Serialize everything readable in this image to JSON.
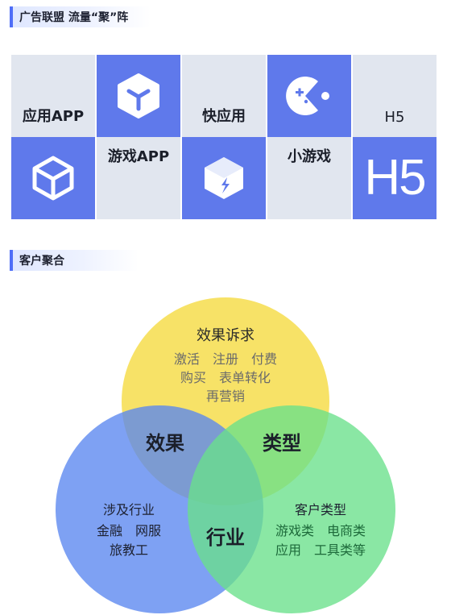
{
  "header1": {
    "title": "广告联盟 流量“聚”阵"
  },
  "traffic_grid": {
    "labels": [
      "应用APP",
      "游戏APP",
      "快应用",
      "小游戏",
      "H5"
    ],
    "h5_glyph": "H5"
  },
  "icons": {
    "app": "cube-icon",
    "game": "pacman-icon",
    "quickapp": "lightning-box-icon",
    "minigame": "pacman-icon",
    "h5": "h5-icon"
  },
  "header2": {
    "title": "客户聚合"
  },
  "venn": {
    "top": {
      "title": "效果诉求",
      "lines": [
        "激活　注册　付费",
        "购买　表单转化",
        "再营销"
      ]
    },
    "left": {
      "title": "涉及行业",
      "lines": [
        "金融　网服",
        "旅教工"
      ]
    },
    "right": {
      "title": "客户类型",
      "lines": [
        "游戏类　电商类",
        "应用　工具类等"
      ]
    },
    "overlaps": {
      "top_left": "效果",
      "top_right": "类型",
      "left_right": "行业"
    }
  },
  "colors": {
    "accent": "#4f6ef7",
    "grid_blue": "#5f79eb",
    "grid_light": "#e1e6ef",
    "venn_yellow": "#f6e05a",
    "venn_blue": "#5a86f0",
    "venn_green": "#69e08a"
  }
}
